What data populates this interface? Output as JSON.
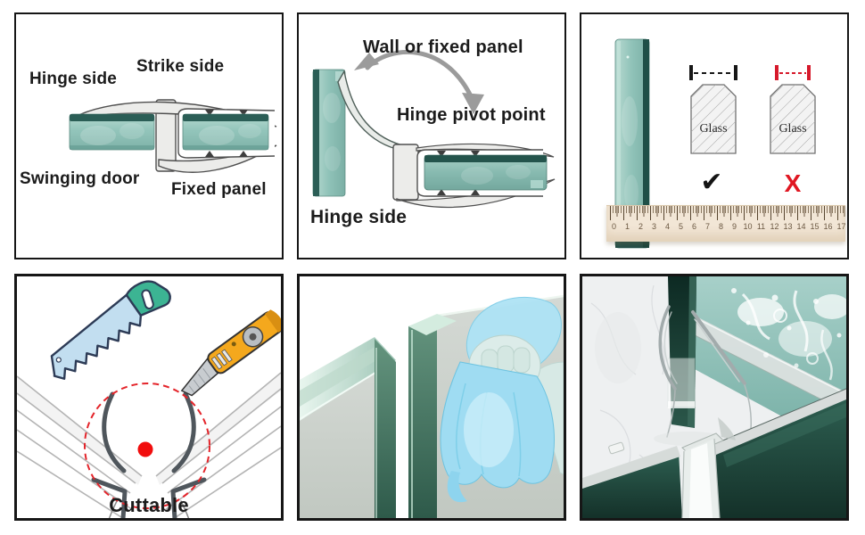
{
  "colors": {
    "panel_border": "#161616",
    "glass_teal_light": "#9ccdc3",
    "glass_teal_dark": "#2b5e56",
    "seal_gray": "#ececea",
    "accent_red": "#e01722",
    "arrow_gray": "#9b9b9b",
    "ruler_beige": "#f2e6d6",
    "saw_handle_teal": "#3cb493",
    "saw_blade_blue": "#c2def0",
    "knife_yellow": "#f4a81d",
    "cloth_blue": "#9fdcf2",
    "dark_glass_green": "#2c5d4f"
  },
  "icons": {
    "saw": "hand-saw-icon",
    "knife": "utility-knife-icon",
    "check": "check-icon",
    "cross": "cross-icon",
    "ruler": "ruler-scale",
    "cut_circle": "red-dashed-circle"
  },
  "panels": {
    "profile": {
      "labels": {
        "hinge_side": "Hinge side",
        "strike_side": "Strike side",
        "swinging_door": "Swinging door",
        "fixed_panel": "Fixed panel"
      }
    },
    "pivot": {
      "labels": {
        "wall_or_fixed_panel": "Wall or fixed panel",
        "hinge_pivot_point": "Hinge pivot point",
        "hinge_side": "Hinge side"
      }
    },
    "measure": {
      "glass_ok": {
        "label": "Glass",
        "mark": "✔"
      },
      "glass_bad": {
        "label": "Glass",
        "mark": "X"
      },
      "ruler_numbers": [
        "0",
        "1",
        "2",
        "3",
        "4",
        "5",
        "6",
        "7",
        "8",
        "9",
        "10",
        "11",
        "12",
        "13",
        "14",
        "15",
        "16",
        "17"
      ]
    },
    "cut": {
      "label": "Cuttable"
    }
  }
}
